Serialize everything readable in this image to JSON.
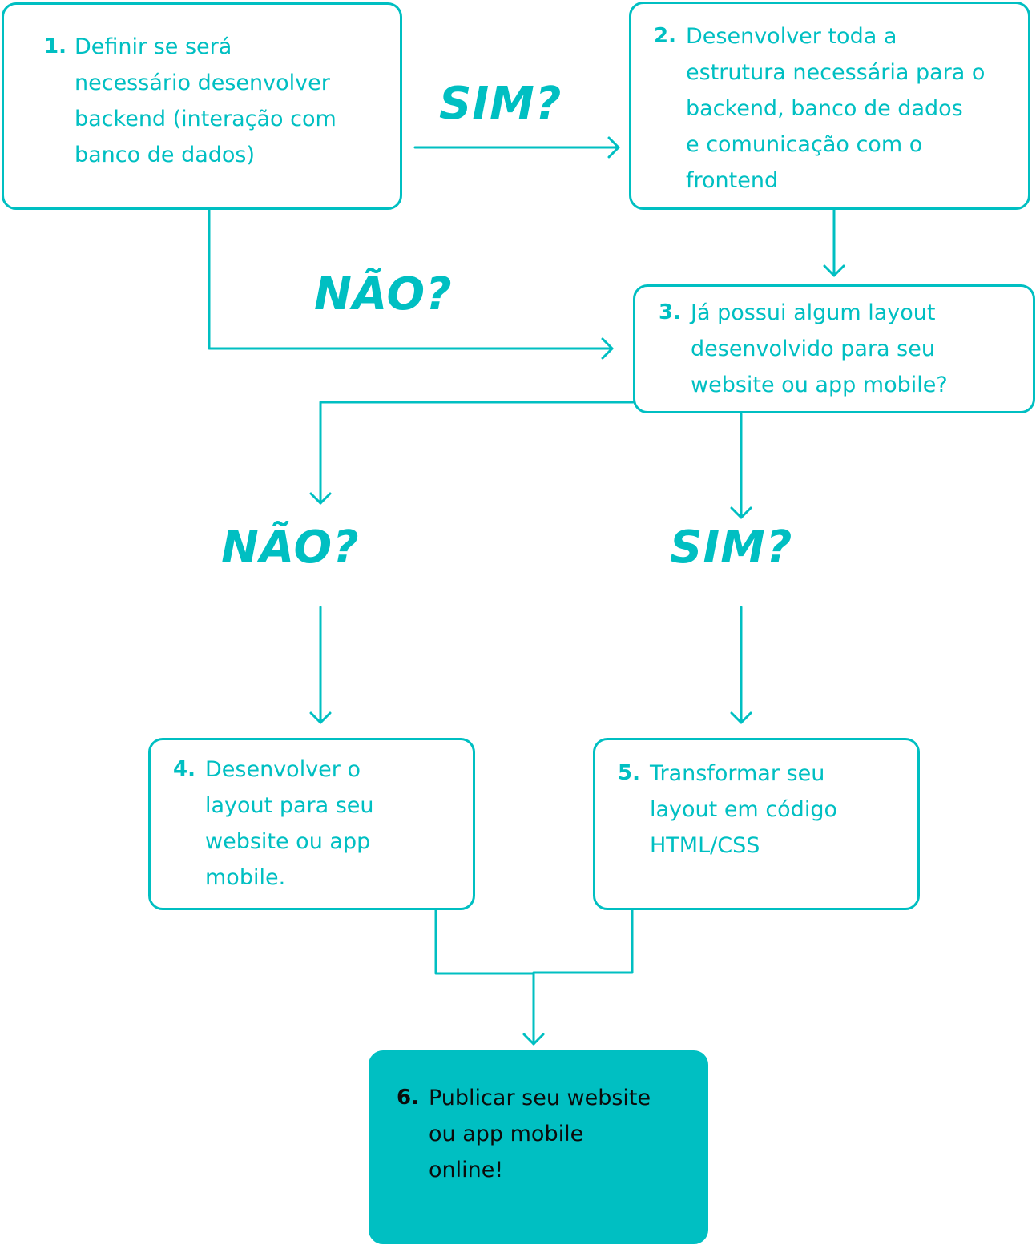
{
  "colors": {
    "accent": "#00bfc2",
    "dark_text": "#0b0b0b",
    "background": "#ffffff"
  },
  "steps": [
    {
      "number": "1.",
      "text": "Definir se será\nnecessário desenvolver\nbackend (interação com\nbanco de dados)"
    },
    {
      "number": "2.",
      "text": "Desenvolver toda a\nestrutura necessária para o\nbackend, banco de dados\ne comunicação com o\nfrontend"
    },
    {
      "number": "3.",
      "text": "Já possui algum layout\ndesenvolvido para seu\nwebsite ou app mobile?"
    },
    {
      "number": "4.",
      "text": "Desenvolver o\nlayout para seu\nwebsite ou app\nmobile."
    },
    {
      "number": "5.",
      "text": "Transformar seu\nlayout em código\nHTML/CSS"
    },
    {
      "number": "6.",
      "text": "Publicar seu website\nou app mobile\nonline!"
    }
  ],
  "decisions": {
    "yes_top": "SIM?",
    "no_middle": "NÃO?",
    "no_left": "NÃO?",
    "yes_right": "SIM?"
  }
}
